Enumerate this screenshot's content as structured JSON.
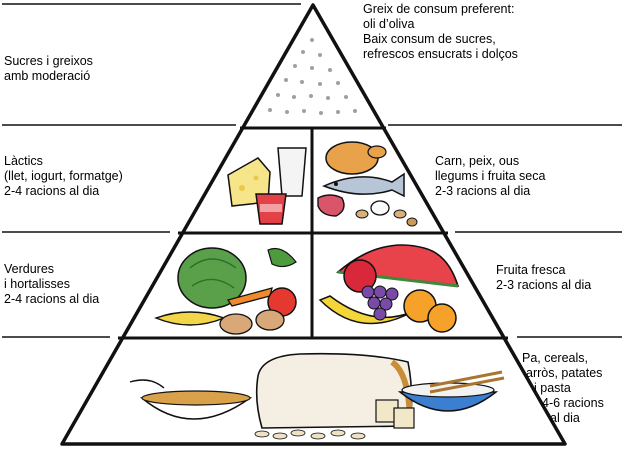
{
  "pyramid": {
    "top_left": {
      "lines": [
        "Sucres i greixos",
        "amb moderació"
      ]
    },
    "top_right": {
      "lines": [
        "Greix de consum preferent:",
        "oli d’oliva",
        "Baix consum de sucres,",
        "refrescos ensucrats i dolços"
      ]
    },
    "dairy": {
      "lines": [
        "Làctics",
        "(llet, iogurt, formatge)",
        "2-4 racions al dia"
      ]
    },
    "protein": {
      "lines": [
        "Carn, peix, ous",
        "llegums i fruita seca",
        "2-3 racions al dia"
      ]
    },
    "vegetables": {
      "lines": [
        "Verdures",
        "i hortalisses",
        "2-4 racions al dia"
      ]
    },
    "fruit": {
      "lines": [
        "Fruita fresca",
        "2-3 racions al dia"
      ]
    },
    "grains": {
      "lines": [
        "Pa, cereals,",
        "arròs, patates",
        "i pasta",
        "4-6 racions",
        "al dia"
      ]
    }
  },
  "colors": {
    "outline": "#111111",
    "text": "#000000"
  }
}
